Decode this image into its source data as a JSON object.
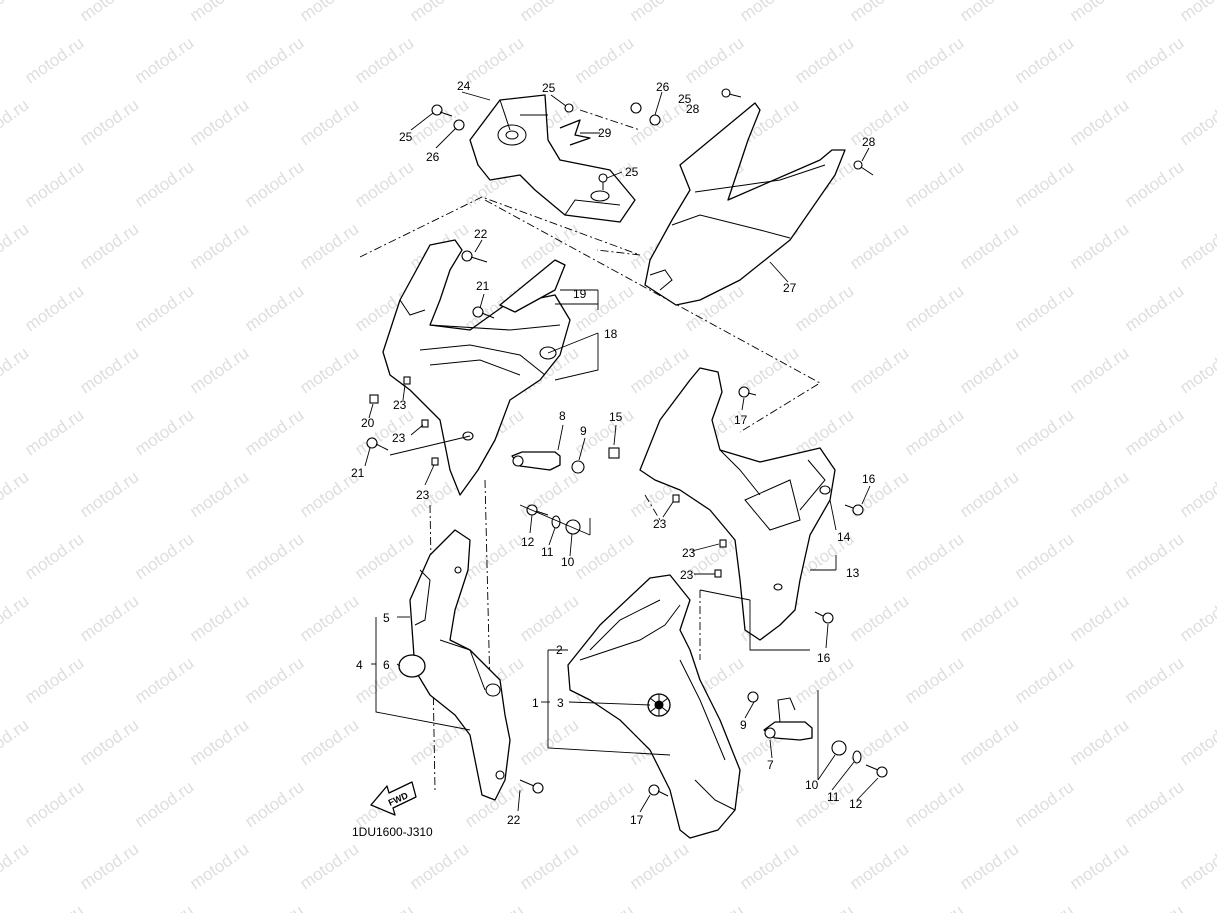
{
  "diagram": {
    "code": "1DU1600-J310",
    "fwd_label": "FWD",
    "watermark": "motod.ru",
    "callouts": [
      "1",
      "2",
      "3",
      "4",
      "5",
      "6",
      "7",
      "8",
      "9",
      "10",
      "11",
      "12",
      "13",
      "14",
      "15",
      "16",
      "17",
      "18",
      "19",
      "20",
      "21",
      "22",
      "23",
      "24",
      "25",
      "26",
      "27",
      "28",
      "29"
    ]
  }
}
